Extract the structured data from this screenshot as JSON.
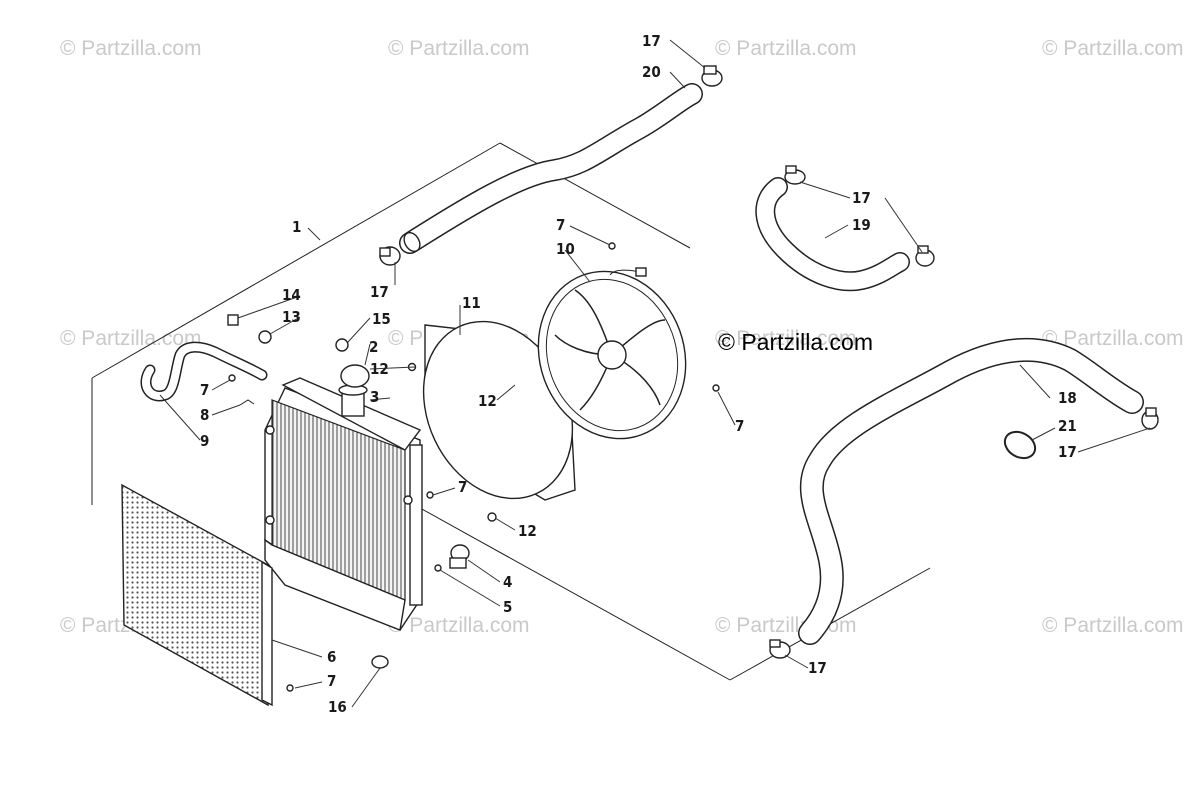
{
  "watermarks": [
    "© Partzilla.com",
    "© Partzilla.com",
    "© Partzilla.com",
    "© Partzilla.com",
    "© Partzilla.com",
    "© Partzilla.com",
    "© Partzilla.com",
    "© Partzilla.com",
    "© Partzilla.com",
    "© Partzilla.com",
    "© Partzilla.com",
    "© Partzilla.com"
  ],
  "brand_mark": "© Partzilla.com",
  "callouts": [
    {
      "id": "c1",
      "text": "1"
    },
    {
      "id": "c2",
      "text": "2"
    },
    {
      "id": "c3",
      "text": "3"
    },
    {
      "id": "c4",
      "text": "4"
    },
    {
      "id": "c5",
      "text": "5"
    },
    {
      "id": "c6",
      "text": "6"
    },
    {
      "id": "c7a",
      "text": "7"
    },
    {
      "id": "c7b",
      "text": "7"
    },
    {
      "id": "c7c",
      "text": "7"
    },
    {
      "id": "c7d",
      "text": "7"
    },
    {
      "id": "c7e",
      "text": "7"
    },
    {
      "id": "c8",
      "text": "8"
    },
    {
      "id": "c9",
      "text": "9"
    },
    {
      "id": "c10",
      "text": "10"
    },
    {
      "id": "c11",
      "text": "11"
    },
    {
      "id": "c12a",
      "text": "12"
    },
    {
      "id": "c12b",
      "text": "12"
    },
    {
      "id": "c12c",
      "text": "12"
    },
    {
      "id": "c13",
      "text": "13"
    },
    {
      "id": "c14",
      "text": "14"
    },
    {
      "id": "c15",
      "text": "15"
    },
    {
      "id": "c16",
      "text": "16"
    },
    {
      "id": "c17a",
      "text": "17"
    },
    {
      "id": "c17b",
      "text": "17"
    },
    {
      "id": "c17c",
      "text": "17"
    },
    {
      "id": "c17d",
      "text": "17"
    },
    {
      "id": "c17e",
      "text": "17"
    },
    {
      "id": "c18",
      "text": "18"
    },
    {
      "id": "c19",
      "text": "19"
    },
    {
      "id": "c20",
      "text": "20"
    },
    {
      "id": "c21",
      "text": "21"
    }
  ]
}
